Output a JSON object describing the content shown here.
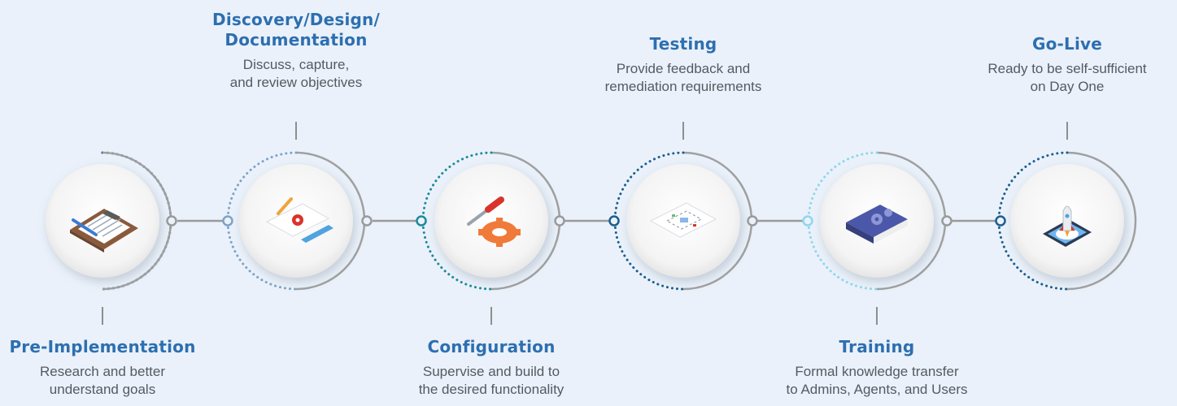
{
  "steps": [
    {
      "title": "Pre-Implementation",
      "desc_1": "Research and better",
      "desc_2": "understand goals",
      "icon": "clipboard-icon",
      "dot_color": "#1b5e8c"
    },
    {
      "title_1": "Discovery/Design/",
      "title_2": "Documentation",
      "desc_1": "Discuss, capture,",
      "desc_2": "and review objectives",
      "icon": "blueprint-icon",
      "dot_color": "#7ea2c8"
    },
    {
      "title": "Configuration",
      "desc_1": "Supervise and build to",
      "desc_2": "the desired functionality",
      "icon": "wrench-gear-icon",
      "dot_color": "#1a8a9a"
    },
    {
      "title": "Testing",
      "desc_1": "Provide feedback and",
      "desc_2": "remediation requirements",
      "icon": "wireframe-icon",
      "dot_color": "#1b5e8c"
    },
    {
      "title": "Training",
      "desc_1": "Formal knowledge transfer",
      "desc_2": "to Admins, Agents, and Users",
      "icon": "manual-book-icon",
      "dot_color": "#8fd6ec"
    },
    {
      "title": "Go-Live",
      "desc_1": "Ready to be self-sufficient",
      "desc_2": "on Day One",
      "icon": "rocket-tablet-icon",
      "dot_color": "#1b5e8c"
    }
  ],
  "colors": {
    "title": "#2d6fb0",
    "ring": "#a0a0a0",
    "connector": "#9a9a9a",
    "background": "#eaf1fa"
  }
}
